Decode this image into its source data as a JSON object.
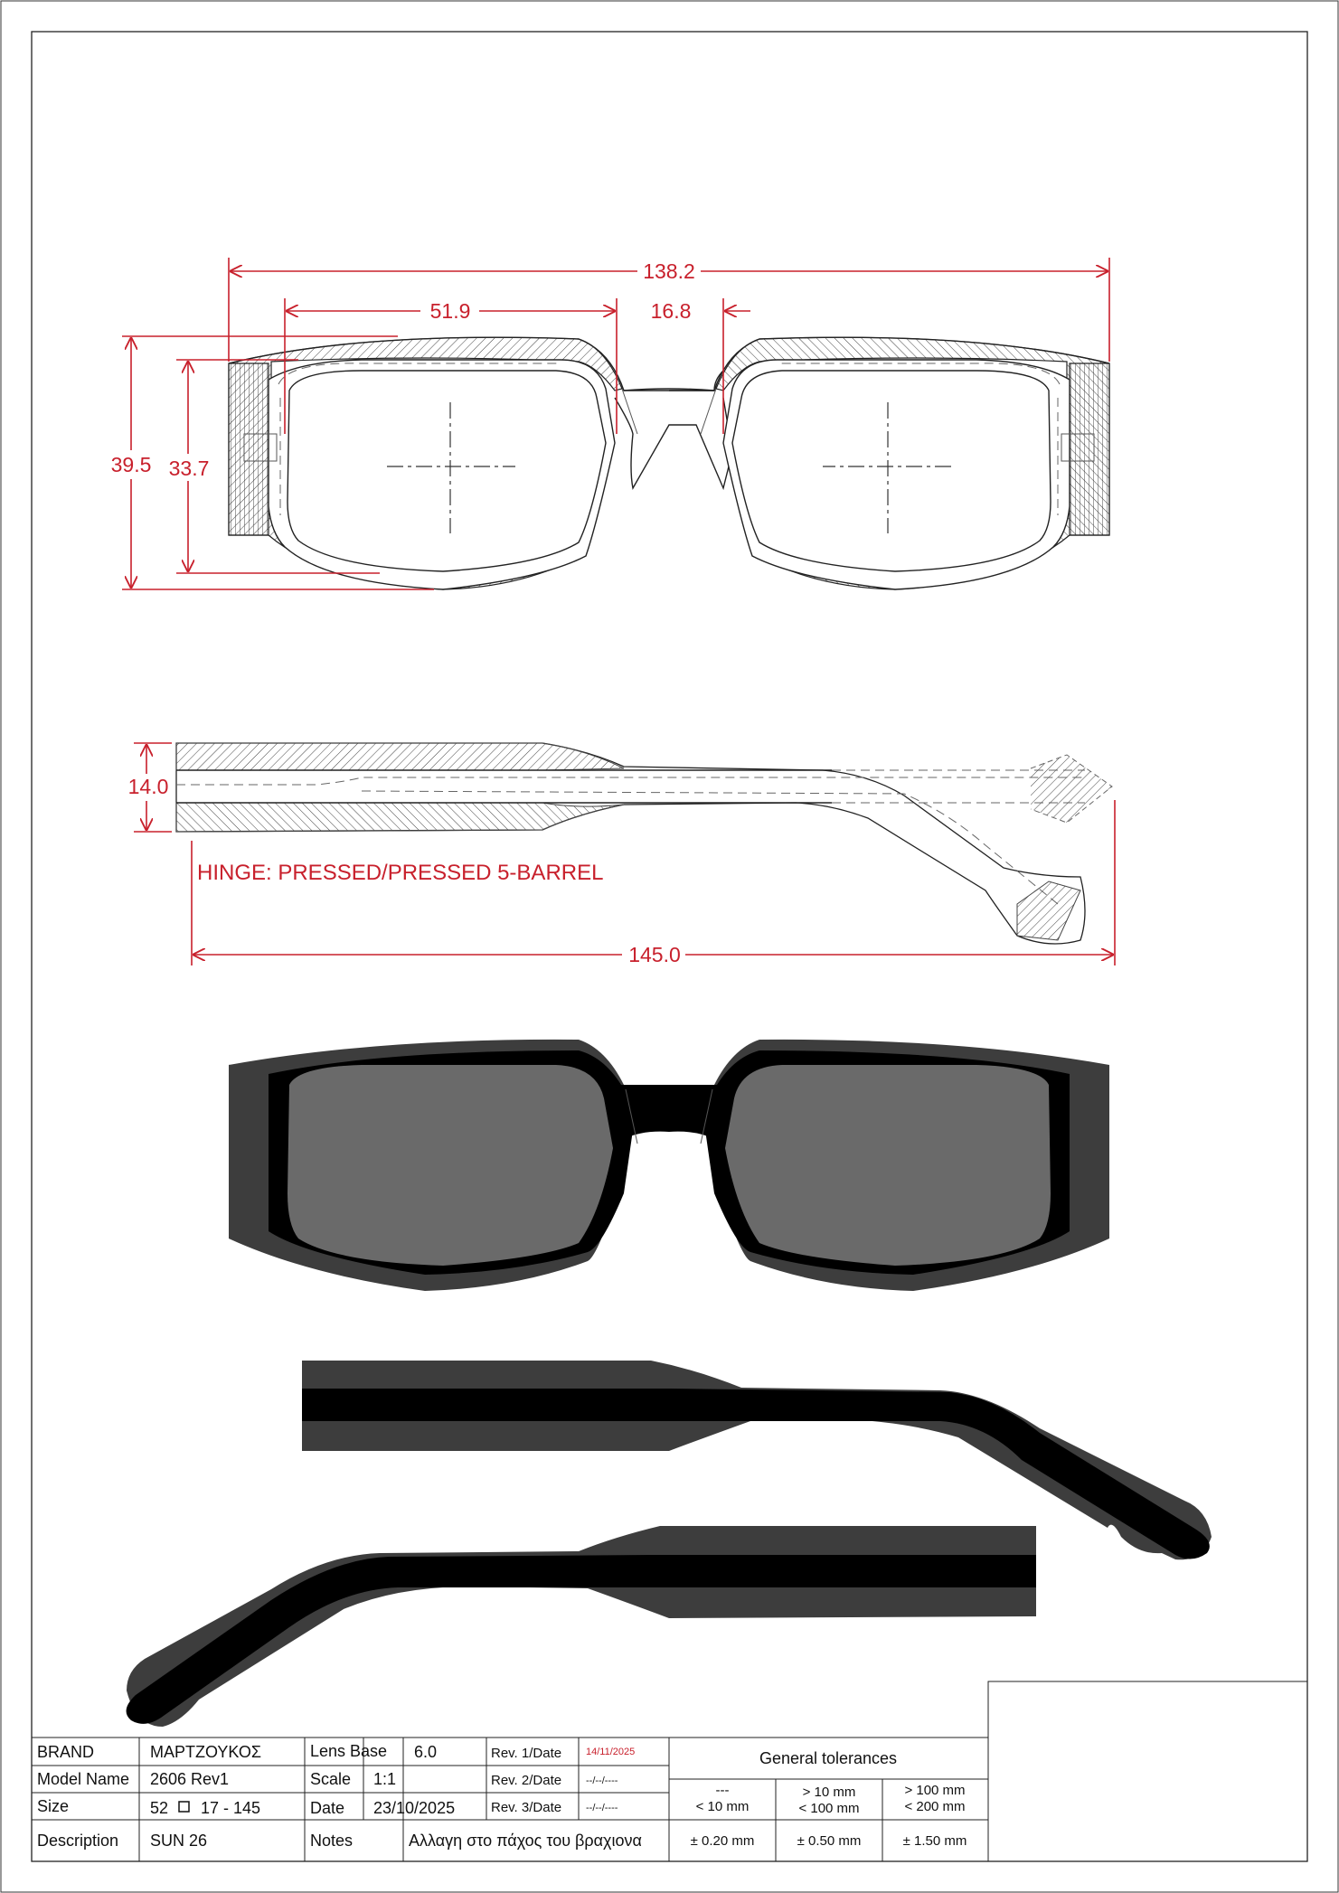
{
  "dimensions": {
    "overall_width": "138.2",
    "lens_width": "51.9",
    "bridge": "16.8",
    "frame_height": "39.5",
    "lens_height": "33.7",
    "temple_thickness": "14.0",
    "temple_length": "145.0"
  },
  "hinge_note": "HINGE: PRESSED/PRESSED 5-BARREL",
  "colors": {
    "dimension_red": "#c8202c",
    "frame_black": "#000000",
    "frame_grey": "#3d3d3d",
    "lens_grey": "#6a6a6a"
  },
  "title_block": {
    "brand_label": "BRAND",
    "brand_value": "ΜΑΡΤΖΟΥΚΟΣ",
    "model_label": "Model Name",
    "model_value": "2606 Rev1",
    "size_label": "Size",
    "size_a": "52",
    "size_b": "17 - 145",
    "description_label": "Description",
    "description_value": "SUN 26",
    "lens_base_label": "Lens Base",
    "lens_base_value": "6.0",
    "scale_label": "Scale",
    "scale_value": "1:1",
    "date_label": "Date",
    "date_value": "23/10/2025",
    "notes_label": "Notes",
    "notes_value": "Αλλαγη στο πάχος του βραχιονα",
    "rev1_label": "Rev. 1/Date",
    "rev1_value": "14/11/2025",
    "rev2_label": "Rev. 2/Date",
    "rev2_value": "--/--/----",
    "rev3_label": "Rev. 3/Date",
    "rev3_value": "--/--/----",
    "tolerances_title": "General tolerances",
    "tol_range1_a": "---",
    "tol_range1_b": "< 10 mm",
    "tol_range2_a": "> 10 mm",
    "tol_range2_b": "< 100 mm",
    "tol_range3_a": "> 100 mm",
    "tol_range3_b": "< 200 mm",
    "tol1": "± 0.20 mm",
    "tol2": "± 0.50 mm",
    "tol3": "± 1.50 mm"
  }
}
